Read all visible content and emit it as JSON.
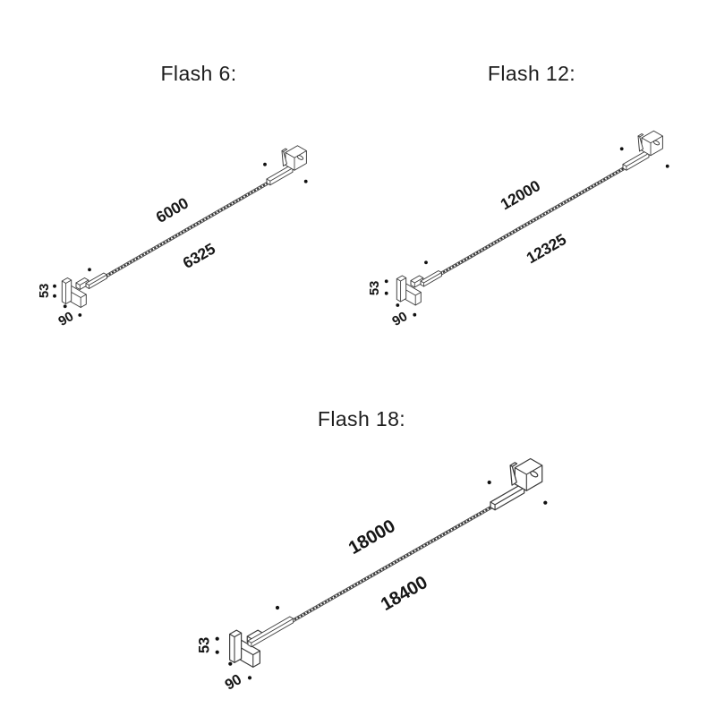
{
  "page": {
    "background": "#ffffff",
    "line_color": "#3a3a3a",
    "text_color": "#1c1c1c"
  },
  "figures": [
    {
      "id": "flash-6",
      "title": "Flash 6:",
      "dims": {
        "length_top": "6000",
        "length_overall": "6325",
        "height": "53",
        "width": "90"
      }
    },
    {
      "id": "flash-12",
      "title": "Flash 12:",
      "dims": {
        "length_top": "12000",
        "length_overall": "12325",
        "height": "53",
        "width": "90"
      }
    },
    {
      "id": "flash-18",
      "title": "Flash 18:",
      "dims": {
        "length_top": "18000",
        "length_overall": "18400",
        "height": "53",
        "width": "90"
      }
    }
  ]
}
